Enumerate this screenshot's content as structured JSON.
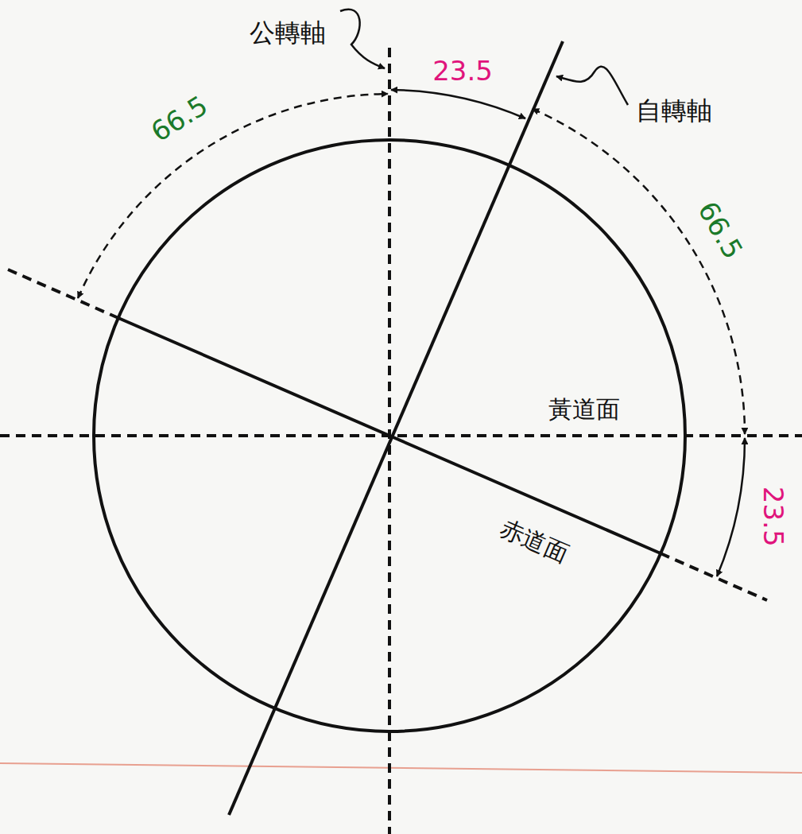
{
  "diagram": {
    "labels": [
      "公轉軸",
      "23.5",
      "自轉軸",
      "66.5",
      "66.5",
      "黃道面",
      "23.5",
      "赤道面"
    ]
  }
}
